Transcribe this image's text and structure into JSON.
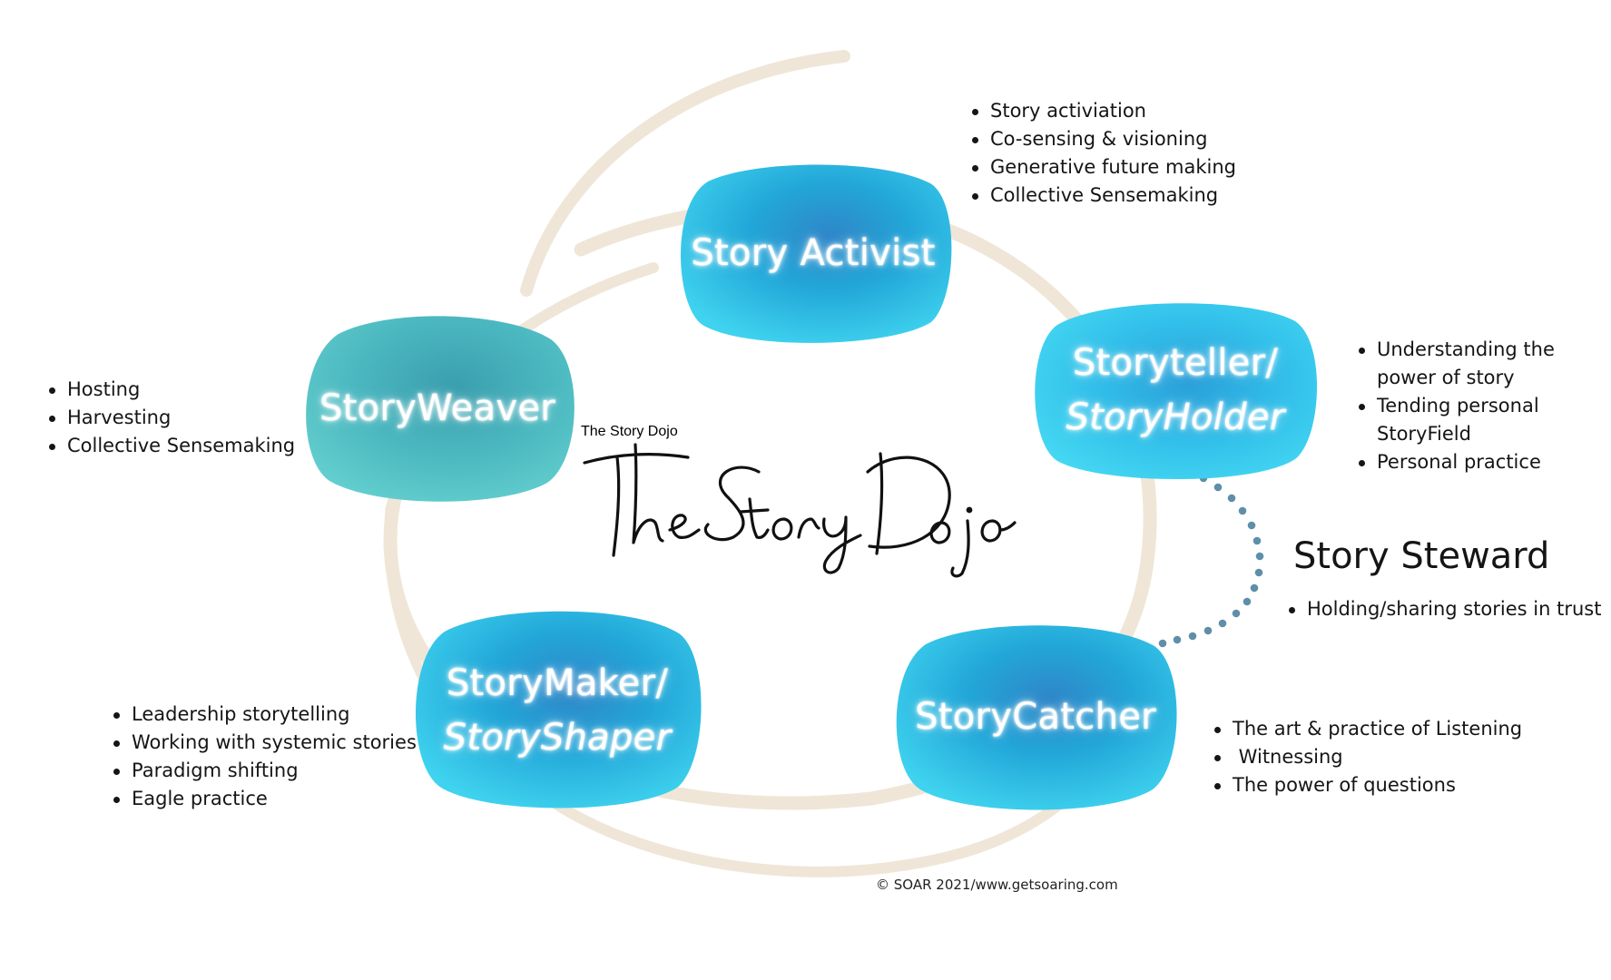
{
  "title": "The Story Dojo",
  "nodes": {
    "activist": {
      "label": "Story Activist"
    },
    "teller": {
      "label_line1": "Storyteller/",
      "label_line2": "StoryHolder"
    },
    "weaver": {
      "label": "StoryWeaver"
    },
    "maker": {
      "label_line1": "StoryMaker/",
      "label_line2": "StoryShaper"
    },
    "catcher": {
      "label": "StoryCatcher"
    }
  },
  "bullets": {
    "activist": [
      "Story activiation",
      "Co-sensing & visioning",
      "Generative future making",
      "Collective Sensemaking"
    ],
    "teller": [
      "Understanding the",
      "power of story",
      "Tending personal",
      "StoryField",
      "Personal practice"
    ],
    "weaver": [
      "Hosting",
      "Harvesting",
      "Collective Sensemaking"
    ],
    "maker": [
      "Leadership storytelling",
      "Working with systemic stories",
      "Paradigm shifting",
      "Eagle practice"
    ],
    "catcher": [
      "The art & practice of Listening",
      " Witnessing",
      "The power of questions"
    ],
    "steward": [
      "Holding/sharing stories in trust"
    ]
  },
  "steward": {
    "title": "Story Steward"
  },
  "footer": "© SOAR 2021/www.getsoaring.com",
  "colors": {
    "blob_light": "#3fd3ef",
    "blob_mid": "#22b2dc",
    "blob_dark": "#2f86c8",
    "weaver_light": "#5fcccc",
    "weaver_dark": "#3a9eae",
    "swirl": "#efe6d8",
    "dots": "#5f8fa8"
  }
}
